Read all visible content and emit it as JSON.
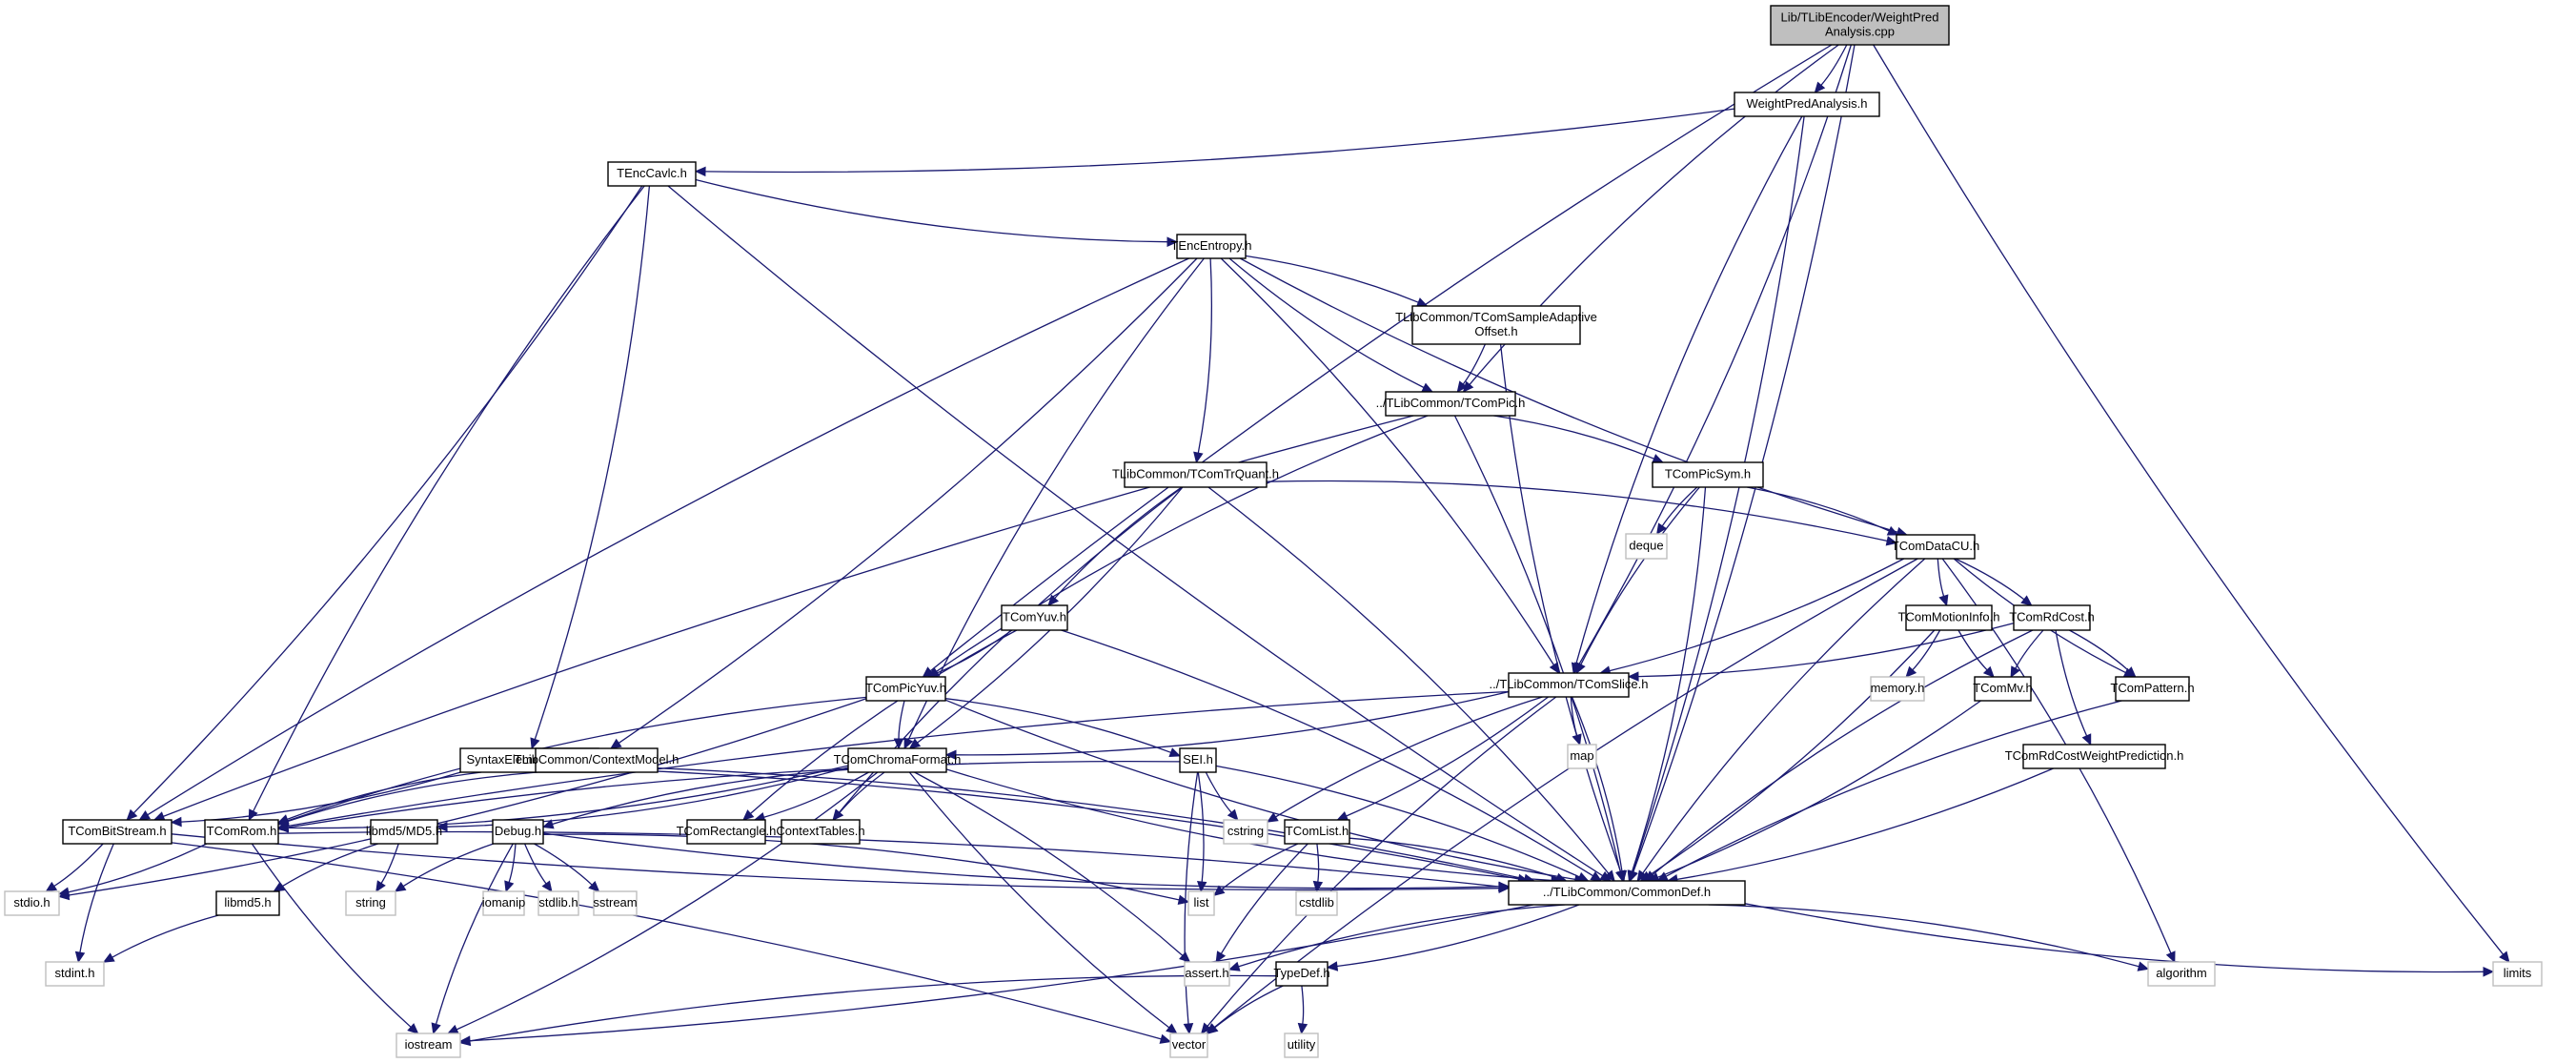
{
  "title": "Lib/TLibEncoder/WeightPredAnalysis.cpp",
  "colors": {
    "edge": "#191970",
    "root_fill": "#bfbfbf",
    "local_border": "#000000",
    "system_border": "#bfbfbf",
    "background": "#ffffff"
  },
  "nodes": [
    {
      "id": "root",
      "label": [
        "Lib/TLibEncoder/WeightPred",
        "Analysis.cpp"
      ],
      "kind": "root"
    },
    {
      "id": "wpa_h",
      "label": [
        "WeightPredAnalysis.h"
      ],
      "kind": "local"
    },
    {
      "id": "cavlc",
      "label": [
        "TEncCavlc.h"
      ],
      "kind": "local"
    },
    {
      "id": "entropy",
      "label": [
        "TEncEntropy.h"
      ],
      "kind": "local"
    },
    {
      "id": "sao",
      "label": [
        "TLibCommon/TComSampleAdaptive",
        "Offset.h"
      ],
      "kind": "local"
    },
    {
      "id": "pic",
      "label": [
        "../TLibCommon/TComPic.h"
      ],
      "kind": "local"
    },
    {
      "id": "trquant",
      "label": [
        "TLibCommon/TComTrQuant.h"
      ],
      "kind": "local"
    },
    {
      "id": "picsym",
      "label": [
        "TComPicSym.h"
      ],
      "kind": "local"
    },
    {
      "id": "deque",
      "label": [
        "deque"
      ],
      "kind": "system"
    },
    {
      "id": "datacu",
      "label": [
        "TComDataCU.h"
      ],
      "kind": "local"
    },
    {
      "id": "motion",
      "label": [
        "TComMotionInfo.h"
      ],
      "kind": "local"
    },
    {
      "id": "rdcost",
      "label": [
        "TComRdCost.h"
      ],
      "kind": "local"
    },
    {
      "id": "memory",
      "label": [
        "memory.h"
      ],
      "kind": "system"
    },
    {
      "id": "mv",
      "label": [
        "TComMv.h"
      ],
      "kind": "local"
    },
    {
      "id": "pattern",
      "label": [
        "TComPattern.h"
      ],
      "kind": "local"
    },
    {
      "id": "slice",
      "label": [
        "../TLibCommon/TComSlice.h"
      ],
      "kind": "local"
    },
    {
      "id": "map",
      "label": [
        "map"
      ],
      "kind": "system"
    },
    {
      "id": "rdcostwp",
      "label": [
        "TComRdCostWeightPrediction.h"
      ],
      "kind": "local"
    },
    {
      "id": "yuv",
      "label": [
        "TComYuv.h"
      ],
      "kind": "local"
    },
    {
      "id": "picyuv",
      "label": [
        "TComPicYuv.h"
      ],
      "kind": "local"
    },
    {
      "id": "chroma",
      "label": [
        "TComChromaFormat.h"
      ],
      "kind": "local"
    },
    {
      "id": "sei",
      "label": [
        "SEI.h"
      ],
      "kind": "local"
    },
    {
      "id": "sew",
      "label": [
        "SyntaxElementWriter.h"
      ],
      "kind": "local"
    },
    {
      "id": "ctxmodel",
      "label": [
        "TLibCommon/ContextModel.h"
      ],
      "kind": "local"
    },
    {
      "id": "rect",
      "label": [
        "TComRectangle.h"
      ],
      "kind": "local"
    },
    {
      "id": "ctxtables",
      "label": [
        "ContextTables.h"
      ],
      "kind": "local"
    },
    {
      "id": "cstring",
      "label": [
        "cstring"
      ],
      "kind": "system"
    },
    {
      "id": "list_h",
      "label": [
        "TComList.h"
      ],
      "kind": "local"
    },
    {
      "id": "md5",
      "label": [
        "libmd5/MD5.h"
      ],
      "kind": "local"
    },
    {
      "id": "debug",
      "label": [
        "Debug.h"
      ],
      "kind": "local"
    },
    {
      "id": "bitstream",
      "label": [
        "TComBitStream.h"
      ],
      "kind": "local"
    },
    {
      "id": "rom",
      "label": [
        "TComRom.h"
      ],
      "kind": "local"
    },
    {
      "id": "commondef",
      "label": [
        "../TLibCommon/CommonDef.h"
      ],
      "kind": "local"
    },
    {
      "id": "list",
      "label": [
        "list"
      ],
      "kind": "system"
    },
    {
      "id": "cstdlib",
      "label": [
        "cstdlib"
      ],
      "kind": "system"
    },
    {
      "id": "stdio",
      "label": [
        "stdio.h"
      ],
      "kind": "system"
    },
    {
      "id": "libmd5",
      "label": [
        "libmd5.h"
      ],
      "kind": "local"
    },
    {
      "id": "string",
      "label": [
        "string"
      ],
      "kind": "system"
    },
    {
      "id": "iomanip",
      "label": [
        "iomanip"
      ],
      "kind": "system"
    },
    {
      "id": "stdlib",
      "label": [
        "stdlib.h"
      ],
      "kind": "system"
    },
    {
      "id": "sstream",
      "label": [
        "sstream"
      ],
      "kind": "system"
    },
    {
      "id": "stdint",
      "label": [
        "stdint.h"
      ],
      "kind": "system"
    },
    {
      "id": "assert",
      "label": [
        "assert.h"
      ],
      "kind": "system"
    },
    {
      "id": "typedef",
      "label": [
        "TypeDef.h"
      ],
      "kind": "local"
    },
    {
      "id": "algorithm",
      "label": [
        "algorithm"
      ],
      "kind": "system"
    },
    {
      "id": "limits",
      "label": [
        "limits"
      ],
      "kind": "system"
    },
    {
      "id": "iostream",
      "label": [
        "iostream"
      ],
      "kind": "system"
    },
    {
      "id": "vector",
      "label": [
        "vector"
      ],
      "kind": "system"
    },
    {
      "id": "utility",
      "label": [
        "utility"
      ],
      "kind": "system"
    }
  ],
  "edges": [
    [
      "root",
      "wpa_h"
    ],
    [
      "root",
      "pic"
    ],
    [
      "root",
      "slice"
    ],
    [
      "root",
      "picyuv"
    ],
    [
      "root",
      "commondef"
    ],
    [
      "root",
      "limits"
    ],
    [
      "wpa_h",
      "cavlc"
    ],
    [
      "wpa_h",
      "slice"
    ],
    [
      "wpa_h",
      "commondef"
    ],
    [
      "cavlc",
      "entropy"
    ],
    [
      "cavlc",
      "bitstream"
    ],
    [
      "cavlc",
      "rom"
    ],
    [
      "cavlc",
      "sew"
    ],
    [
      "cavlc",
      "commondef"
    ],
    [
      "entropy",
      "sao"
    ],
    [
      "entropy",
      "pic"
    ],
    [
      "entropy",
      "trquant"
    ],
    [
      "entropy",
      "datacu"
    ],
    [
      "entropy",
      "slice"
    ],
    [
      "entropy",
      "chroma"
    ],
    [
      "entropy",
      "ctxmodel"
    ],
    [
      "entropy",
      "bitstream"
    ],
    [
      "sao",
      "pic"
    ],
    [
      "sao",
      "commondef"
    ],
    [
      "pic",
      "picsym"
    ],
    [
      "pic",
      "picyuv"
    ],
    [
      "pic",
      "commondef"
    ],
    [
      "pic",
      "bitstream"
    ],
    [
      "trquant",
      "datacu"
    ],
    [
      "trquant",
      "yuv"
    ],
    [
      "trquant",
      "chroma"
    ],
    [
      "trquant",
      "ctxtables"
    ],
    [
      "trquant",
      "commondef"
    ],
    [
      "picsym",
      "deque"
    ],
    [
      "picsym",
      "datacu"
    ],
    [
      "picsym",
      "slice"
    ],
    [
      "picsym",
      "commondef"
    ],
    [
      "datacu",
      "motion"
    ],
    [
      "datacu",
      "rdcost"
    ],
    [
      "datacu",
      "pattern"
    ],
    [
      "datacu",
      "slice"
    ],
    [
      "datacu",
      "commondef"
    ],
    [
      "datacu",
      "algorithm"
    ],
    [
      "datacu",
      "vector"
    ],
    [
      "motion",
      "memory"
    ],
    [
      "motion",
      "mv"
    ],
    [
      "motion",
      "commondef"
    ],
    [
      "rdcost",
      "mv"
    ],
    [
      "rdcost",
      "pattern"
    ],
    [
      "rdcost",
      "rdcostwp"
    ],
    [
      "rdcost",
      "slice"
    ],
    [
      "rdcost",
      "commondef"
    ],
    [
      "mv",
      "commondef"
    ],
    [
      "pattern",
      "commondef"
    ],
    [
      "rdcostwp",
      "commondef"
    ],
    [
      "slice",
      "map"
    ],
    [
      "slice",
      "list_h"
    ],
    [
      "slice",
      "cstring"
    ],
    [
      "slice",
      "chroma"
    ],
    [
      "slice",
      "rom"
    ],
    [
      "slice",
      "commondef"
    ],
    [
      "slice",
      "vector"
    ],
    [
      "yuv",
      "picyuv"
    ],
    [
      "yuv",
      "rect"
    ],
    [
      "yuv",
      "commondef"
    ],
    [
      "picyuv",
      "chroma"
    ],
    [
      "picyuv",
      "sei"
    ],
    [
      "picyuv",
      "rom"
    ],
    [
      "picyuv",
      "stdio"
    ],
    [
      "picyuv",
      "commondef"
    ],
    [
      "chroma",
      "rect"
    ],
    [
      "chroma",
      "ctxtables"
    ],
    [
      "chroma",
      "rom"
    ],
    [
      "chroma",
      "debug"
    ],
    [
      "chroma",
      "md5"
    ],
    [
      "chroma",
      "commondef"
    ],
    [
      "chroma",
      "assert"
    ],
    [
      "chroma",
      "vector"
    ],
    [
      "chroma",
      "iostream"
    ],
    [
      "sei",
      "cstring"
    ],
    [
      "sei",
      "list"
    ],
    [
      "sei",
      "rom"
    ],
    [
      "sei",
      "commondef"
    ],
    [
      "sei",
      "vector"
    ],
    [
      "sew",
      "bitstream"
    ],
    [
      "sew",
      "rom"
    ],
    [
      "sew",
      "commondef"
    ],
    [
      "ctxmodel",
      "rom"
    ],
    [
      "ctxmodel",
      "commondef"
    ],
    [
      "list_h",
      "list"
    ],
    [
      "list_h",
      "cstdlib"
    ],
    [
      "list_h",
      "assert"
    ],
    [
      "list_h",
      "commondef"
    ],
    [
      "md5",
      "libmd5"
    ],
    [
      "md5",
      "string"
    ],
    [
      "debug",
      "string"
    ],
    [
      "debug",
      "iomanip"
    ],
    [
      "debug",
      "stdlib"
    ],
    [
      "debug",
      "sstream"
    ],
    [
      "debug",
      "iostream"
    ],
    [
      "debug",
      "list"
    ],
    [
      "debug",
      "commondef"
    ],
    [
      "bitstream",
      "stdio"
    ],
    [
      "bitstream",
      "stdint"
    ],
    [
      "bitstream",
      "vector"
    ],
    [
      "bitstream",
      "commondef"
    ],
    [
      "rom",
      "stdio"
    ],
    [
      "rom",
      "iostream"
    ],
    [
      "rom",
      "commondef"
    ],
    [
      "libmd5",
      "stdint"
    ],
    [
      "commondef",
      "typedef"
    ],
    [
      "commondef",
      "assert"
    ],
    [
      "commondef",
      "algorithm"
    ],
    [
      "commondef",
      "limits"
    ],
    [
      "commondef",
      "iostream"
    ],
    [
      "typedef",
      "vector"
    ],
    [
      "typedef",
      "utility"
    ],
    [
      "typedef",
      "iostream"
    ]
  ]
}
